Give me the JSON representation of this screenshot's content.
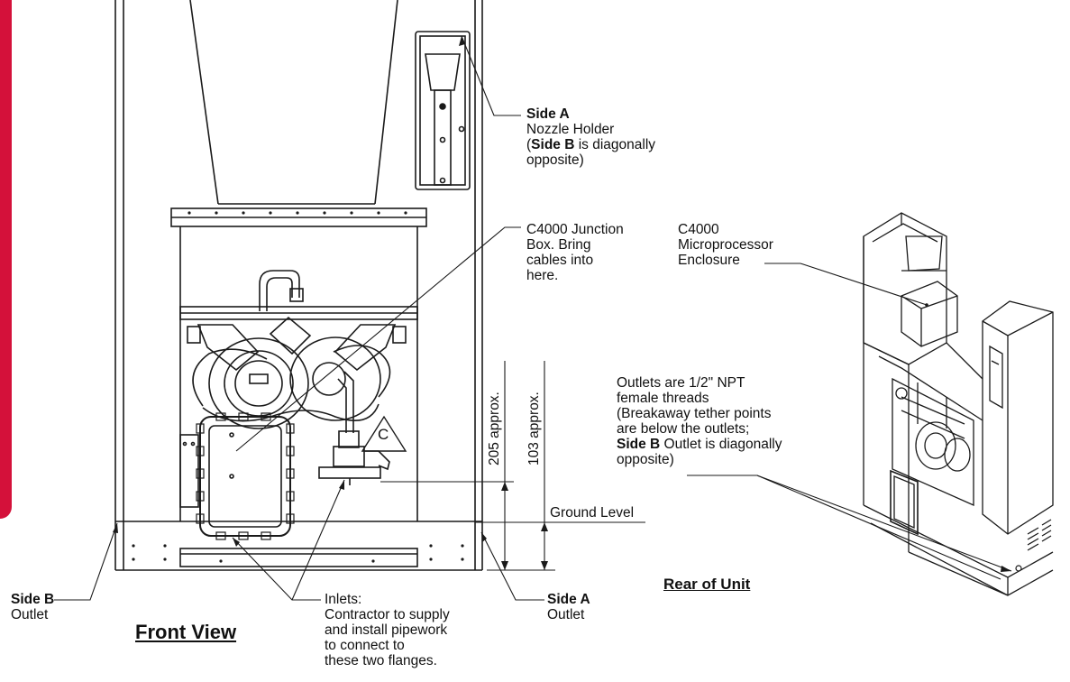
{
  "labels": {
    "side_a_nozzle": {
      "bold": "Side A",
      "line1": "Nozzle Holder",
      "line2_bold": "Side B",
      "line2_rest": " is diagonally",
      "line2_prefix": "(",
      "line3": "opposite)"
    },
    "junction_box": {
      "line1": "C4000 Junction",
      "line2": "Box. Bring",
      "line3": "cables into",
      "line4": "here."
    },
    "micro_enclosure": {
      "line1": "C4000",
      "line2": "Microprocessor",
      "line3": "Enclosure"
    },
    "outlets": {
      "line1": "Outlets are 1/2\" NPT",
      "line2": "female threads",
      "line3": "(Breakaway tether points",
      "line4": "are below the outlets;",
      "line5_bold": "Side B",
      "line5_rest": " Outlet is diagonally",
      "line6": "opposite)"
    },
    "ground_level": "Ground Level",
    "dim_205": "205 approx.",
    "dim_103": "103 approx.",
    "side_b_outlet": {
      "bold": "Side B",
      "line2": "Outlet"
    },
    "side_a_outlet": {
      "bold": "Side A",
      "line2": "Outlet"
    },
    "inlets": {
      "line1": "Inlets:",
      "line2": "Contractor to supply",
      "line3": "and install pipework",
      "line4": "to connect to",
      "line5": "these two flanges."
    },
    "warning_letter": "C",
    "front_view": "Front View",
    "rear_of_unit": "Rear of Unit"
  },
  "colors": {
    "accent_bar": "#d4113a",
    "line": "#1a1a1a"
  }
}
